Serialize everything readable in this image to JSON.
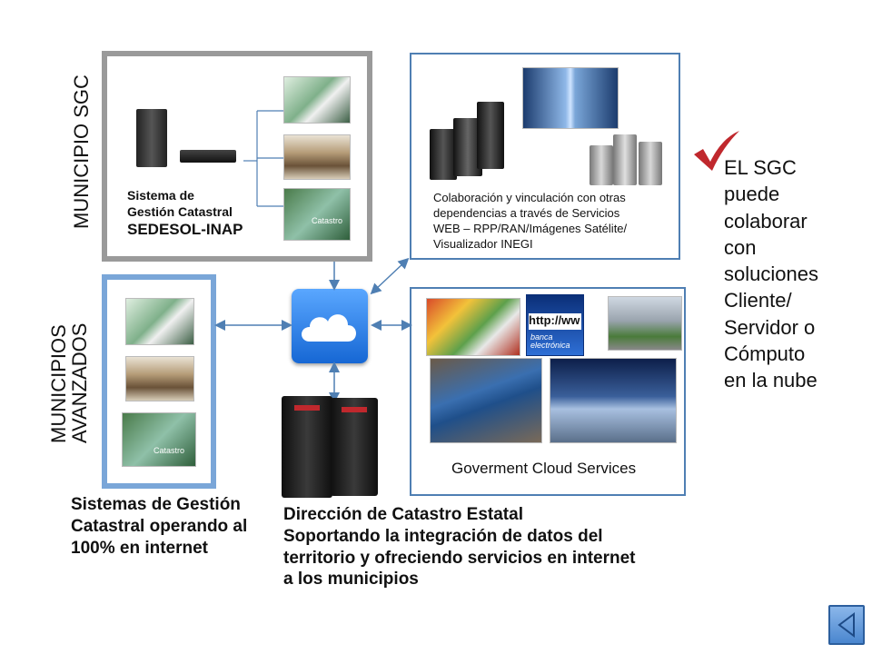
{
  "labels": {
    "municipio_sgc": "MUNICIPIO SGC",
    "municipios_line1": "MUNICIPIOS",
    "municipios_line2": "AVANZADOS"
  },
  "sgc_box": {
    "line1": "Sistema de",
    "line2": "Gestión Catastral",
    "line3": "SEDESOL-INAP",
    "photo_text": "Catastro"
  },
  "collab_box": {
    "line1": "Colaboración  y vinculación con otras",
    "line2": "dependencias a través de Servicios",
    "line3": "WEB – RPP/RAN/Imágenes Satélite/",
    "line4": "Visualizador INEGI"
  },
  "cloud_services": {
    "caption": "Goverment Cloud Services",
    "http_text": "http://ww",
    "banca_line1": "banca",
    "banca_line2": "electrónica"
  },
  "avanzados_box": {
    "photo_text": "Catastro"
  },
  "captions": {
    "left_line1": "Sistemas de Gestión",
    "left_line2": "Catastral operando al",
    "left_line3": "100% en internet",
    "center_line1": "Dirección de Catastro Estatal",
    "center_line2": "Soportando la integración de datos del",
    "center_line3": "territorio  y ofreciendo servicios en internet",
    "center_line4": "a los municipios"
  },
  "right_note": {
    "lines": [
      "EL SGC",
      "puede",
      "colaborar",
      "con",
      "soluciones",
      "Cliente/",
      "Servidor o",
      "Cómputo",
      "en la nube"
    ]
  },
  "colors": {
    "accent_blue": "#4f7fb3",
    "check_red": "#c0282d",
    "gray_border": "#9a9a9a"
  },
  "icons": {
    "check": "check-icon",
    "cloud": "cloud-icon",
    "back": "back-arrow-icon"
  }
}
